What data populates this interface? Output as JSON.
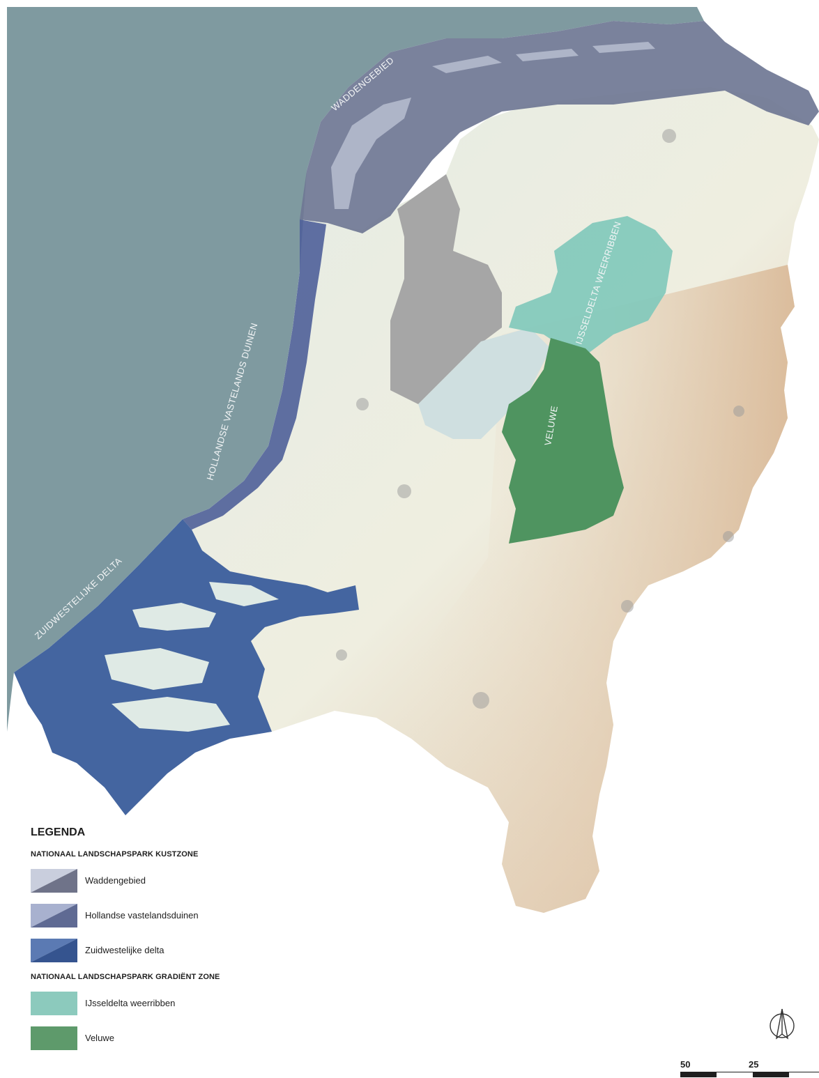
{
  "map": {
    "region_labels": {
      "waddengebied": "WADDENGEBIED",
      "hollandse": "HOLLANDSE VASTELANDS DUINEN",
      "zuidwestelijke": "ZUIDWESTELIJKE DELTA",
      "ijsseldelta": "IJSSELDELTA WEERRIBBEN",
      "veluwe": "VELUWE"
    },
    "colors": {
      "sea": "#7f9aa0",
      "land_light": "#e3ece6",
      "land_warm": "#d9b896",
      "waddengebied": "#6f7794",
      "hollandse": "#6b76a6",
      "zuidwestelijke": "#4465a0",
      "ijsseldelta": "#85c9bc",
      "veluwe": "#4f9460",
      "flevoland": "#a6a6a6"
    }
  },
  "legend": {
    "title": "LEGENDA",
    "section1": {
      "title": "NATIONAAL LANDSCHAPSPARK KUSTZONE",
      "items": [
        {
          "label": "Waddengebied",
          "light": "#c9cedd",
          "dark": "#6f7389"
        },
        {
          "label": "Hollandse vastelandsduinen",
          "light": "#a8b1cf",
          "dark": "#5f6a93"
        },
        {
          "label": "Zuidwestelijke delta",
          "light": "#5b7ab3",
          "dark": "#35548f"
        }
      ]
    },
    "section2": {
      "title": "NATIONAAL LANDSCHAPSPARK GRADIËNT ZONE",
      "items": [
        {
          "label": "IJsseldelta weerribben",
          "color": "#8ccabd"
        },
        {
          "label": "Veluwe",
          "color": "#5e9a6b"
        }
      ]
    }
  },
  "scale": {
    "labels": [
      "50",
      "25"
    ]
  },
  "north_icon": "north-arrow-icon"
}
